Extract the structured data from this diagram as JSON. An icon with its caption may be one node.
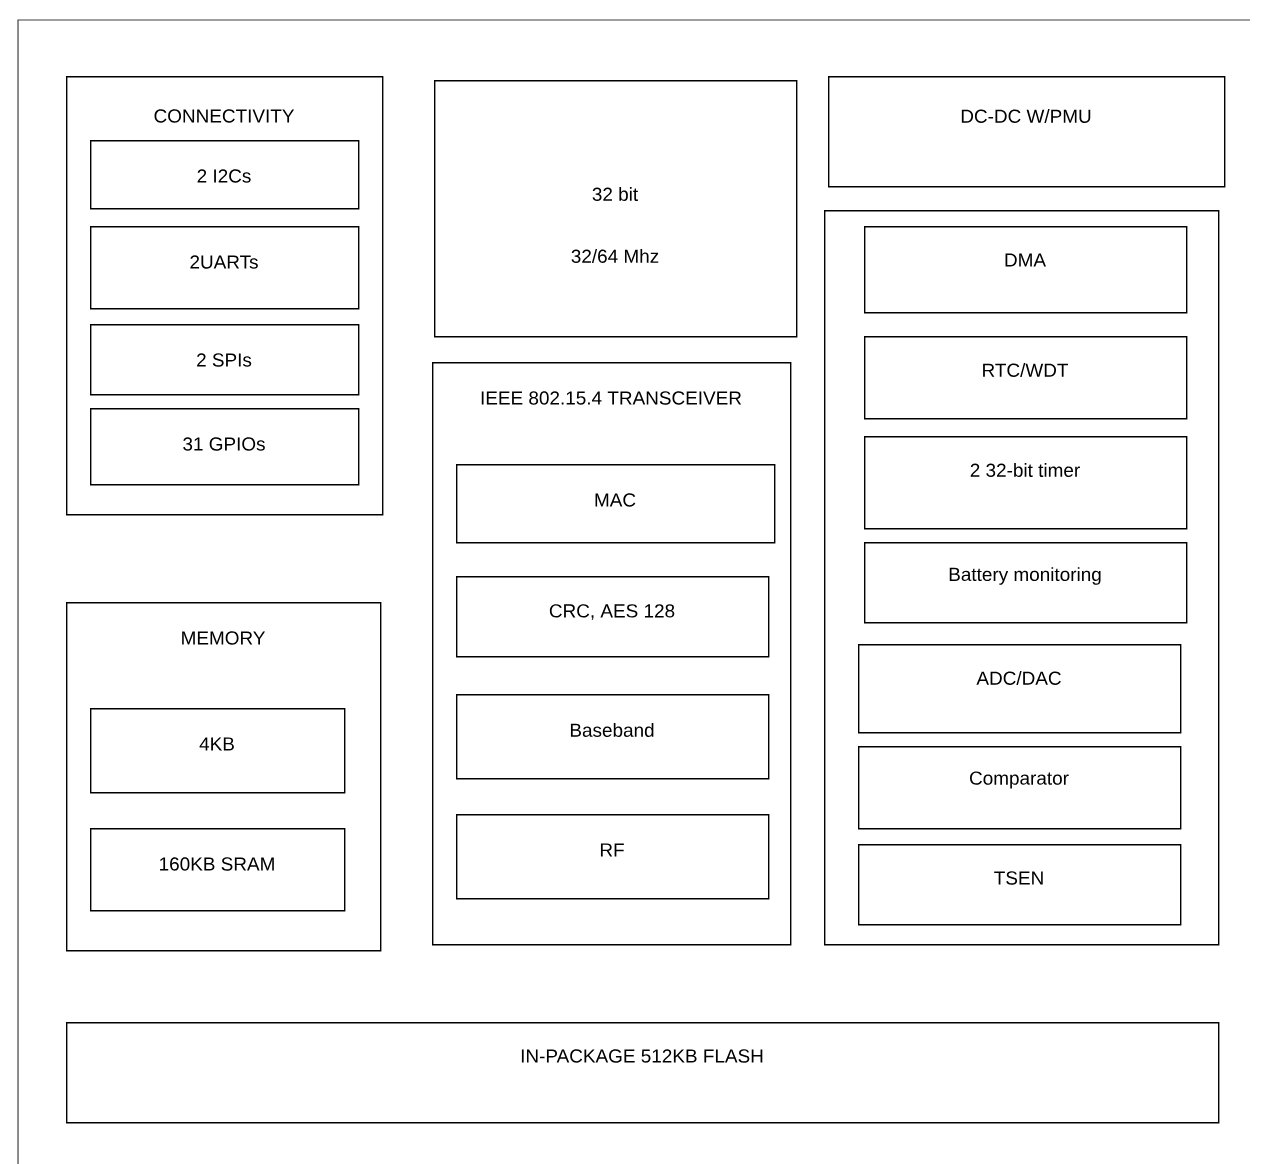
{
  "diagram": {
    "nodes": [
      {
        "text": [
          "CONNECTIVITY"
        ]
      },
      {
        "text": [
          "2 I2Cs"
        ],
        "in": 0
      },
      {
        "text": [
          "2UARTs"
        ],
        "in": 0
      },
      {
        "text": [
          "2 SPIs"
        ],
        "in": 0
      },
      {
        "text": [
          "31 GPIOs"
        ],
        "in": 0
      },
      {
        "text": [
          "32 bit",
          "32/64 Mhz"
        ]
      },
      {
        "text": [
          "DC-DC  W/PMU"
        ]
      },
      {
        "text": [
          "IEEE 802.15.4 TRANSCEIVER"
        ]
      },
      {
        "text": [
          "MAC"
        ],
        "in": 7
      },
      {
        "text": [
          "CRC, AES 128"
        ],
        "in": 7
      },
      {
        "text": [
          "Baseband"
        ],
        "in": 7
      },
      {
        "text": [
          "RF"
        ],
        "in": 7
      },
      {
        "text": [],
        "shape": "box"
      },
      {
        "text": [
          "DMA"
        ],
        "in": 12
      },
      {
        "text": [
          "RTC/WDT"
        ],
        "in": 12
      },
      {
        "text": [
          "2 32-bit timer"
        ],
        "in": 12
      },
      {
        "text": [
          "Battery monitoring"
        ],
        "in": 12
      },
      {
        "text": [
          "ADC/DAC"
        ],
        "in": 12
      },
      {
        "text": [
          "Comparator"
        ],
        "in": 12
      },
      {
        "text": [
          "TSEN"
        ],
        "in": 12
      },
      {
        "text": [
          "MEMORY"
        ]
      },
      {
        "text": [
          "4KB"
        ],
        "in": 20
      },
      {
        "text": [
          "160KB SRAM"
        ],
        "in": 20
      },
      {
        "text": [
          "IN-PACKAGE 512KB FLASH"
        ]
      }
    ]
  }
}
